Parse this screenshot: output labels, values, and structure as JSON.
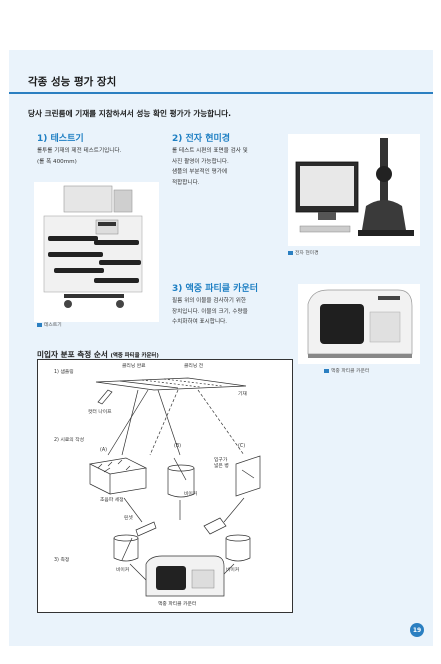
{
  "page": {
    "title": "각종 성능 평가 장치",
    "intro": "당사 크린룸에 기재를 지참하셔서 성능 확인 평가가 가능합니다.",
    "page_number": "19"
  },
  "sections": {
    "tester": {
      "heading": "1) 테스트기",
      "lines": [
        "롤투롤 기재의 제전 테스트기입니다.",
        "(롤 폭 400mm)"
      ],
      "caption": "테스트기"
    },
    "microscope": {
      "heading": "2) 전자 현미경",
      "lines": [
        "롤 테스트 시편의 표면을 검사 및",
        "사진 촬영이 가능합니다.",
        "샘플의 부분적인 평가에",
        "적합합니다."
      ],
      "caption": "전자 현미경"
    },
    "counter": {
      "heading": "3) 액중 파티클 카운터",
      "lines": [
        "필름 위의 이물을 검사하기 위한",
        "장치입니다. 이물의 크기, 수량을",
        "수치화하여 표시합니다."
      ],
      "caption": "액중 파티클 카운터"
    }
  },
  "diagram": {
    "heading": "미입자 분포 측정 순서",
    "heading_note": "(액중 파티클 카운터)",
    "step1": "1) 샘플링",
    "step2": "2) 시료의 작성",
    "step3": "3) 측정",
    "cleaning_done": "클리닝 완료",
    "cleaning_before": "클리닝 전",
    "substrate": "기재",
    "cutter": "컷터 나이프",
    "label_a": "(A)",
    "label_b": "(B)",
    "label_c": "(C)",
    "ultrasonic": "초음파 세정",
    "beaker": "비이커",
    "wide_mouth": "입구가",
    "wide_mouth2": "넓은 병",
    "rinse": "린셋",
    "beaker_left": "비이커",
    "beaker_right": "비이커",
    "counter_label": "액중 파티클 카운터"
  }
}
